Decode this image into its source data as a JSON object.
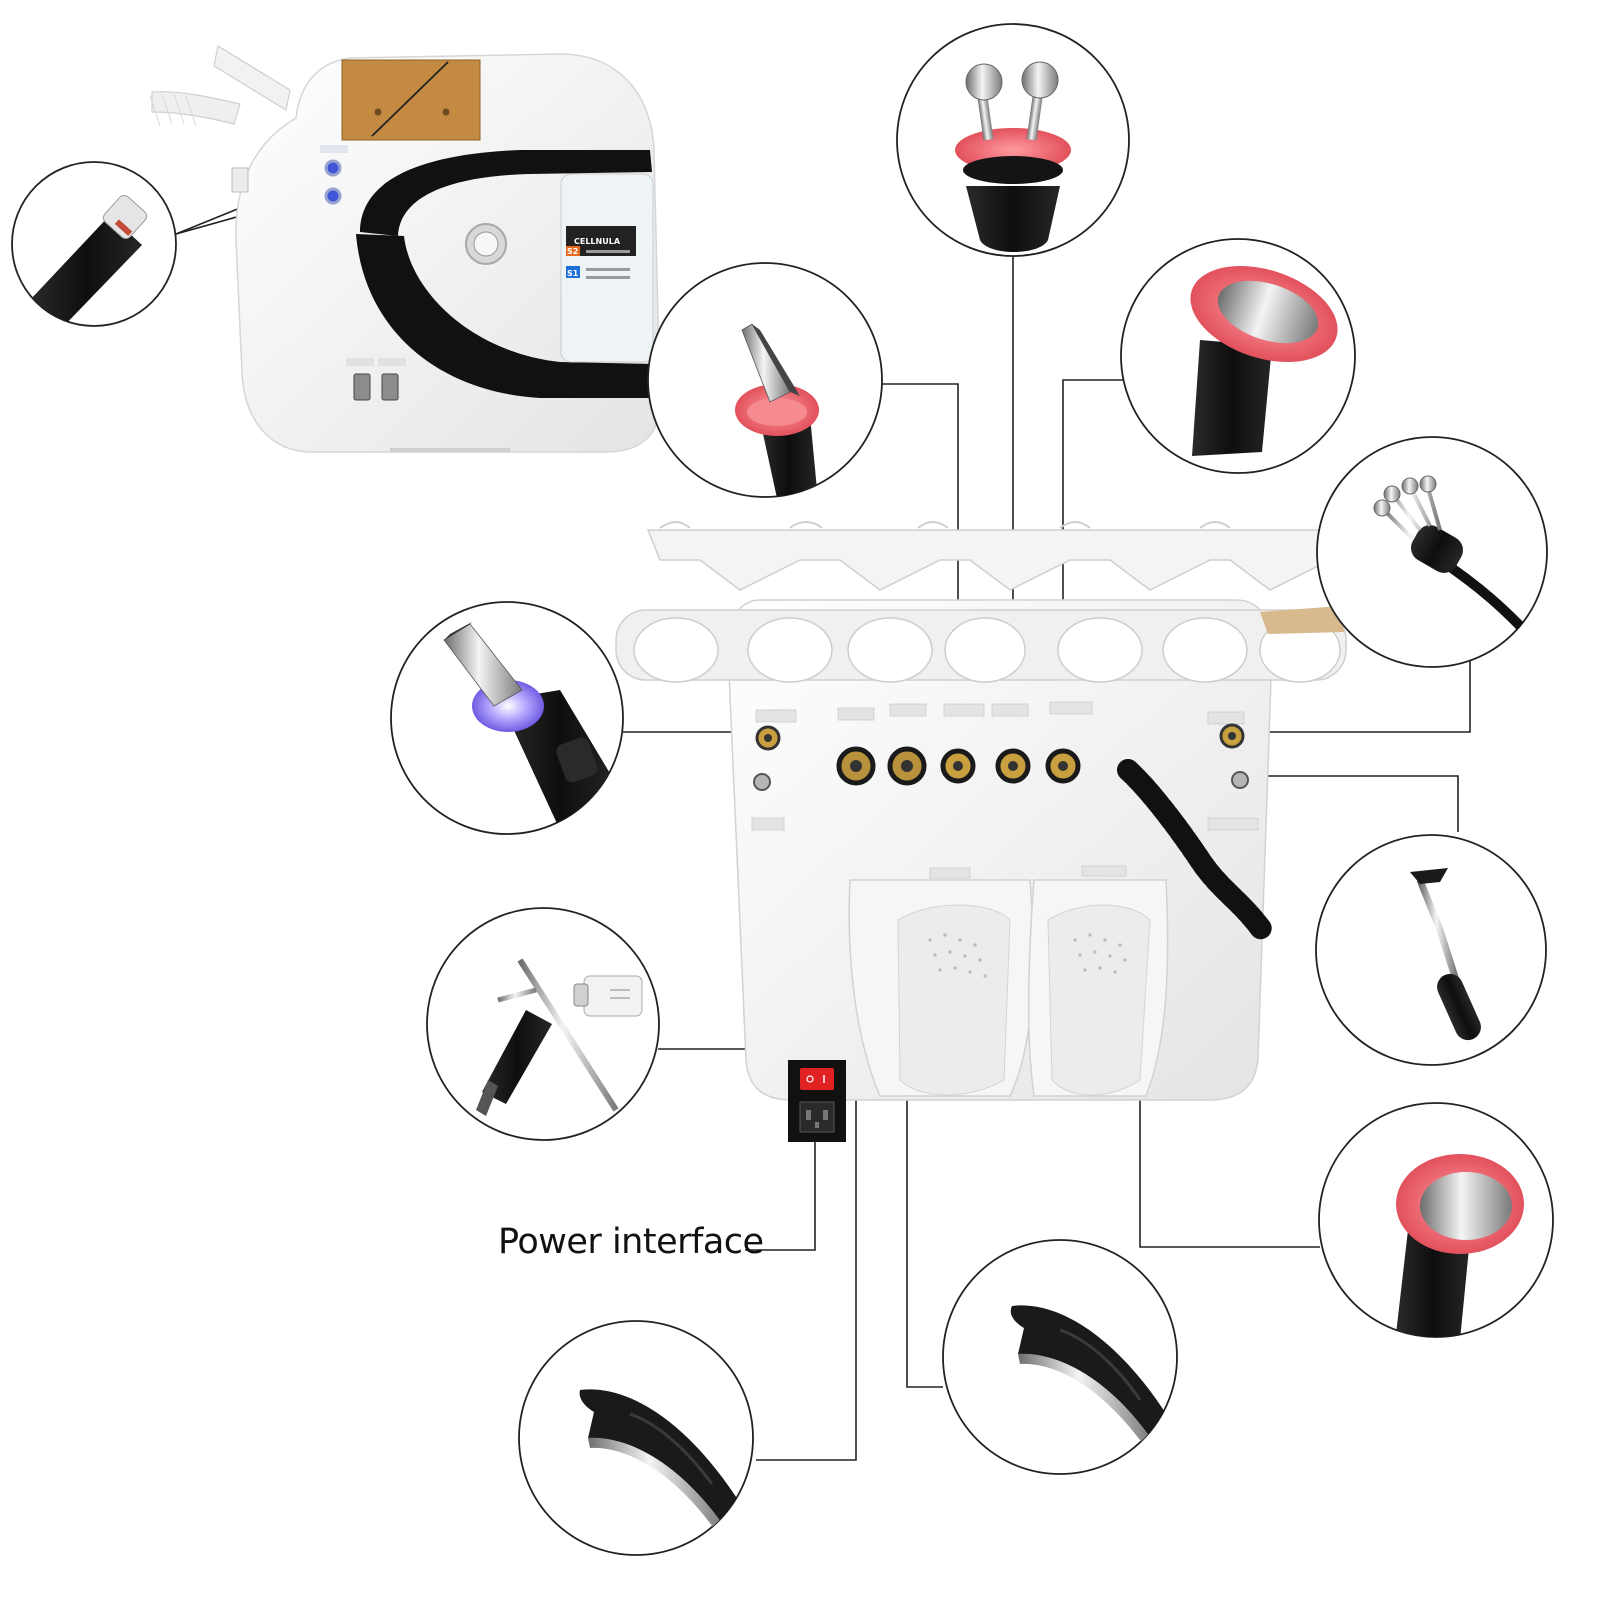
{
  "caption": "Power interface",
  "bottle_label": "CELLNULA",
  "bottle_numbers": [
    "S2",
    "S1"
  ],
  "colors": {
    "line": "#222222",
    "handpiece_black": "#141414",
    "accent_pink": "#f2727a",
    "accent_violet": "#8c7cff",
    "gold_panel": "#c48a42",
    "machine_white": "#f4f4f4"
  },
  "callouts": [
    {
      "name": "hydro-pen-handpiece-callout",
      "icon": "hydro-pen-icon"
    },
    {
      "name": "rf-bipolar-roller-callout",
      "icon": "rf-roller-icon"
    },
    {
      "name": "skin-scrubber-callout",
      "icon": "ultrasonic-scrubber-icon"
    },
    {
      "name": "cone-probe-callout",
      "icon": "cone-probe-icon"
    },
    {
      "name": "ultrasound-head-callout",
      "icon": "ultrasound-head-icon"
    },
    {
      "name": "bio-ball-electrode-callout",
      "icon": "bio-ball-electrode-icon"
    },
    {
      "name": "oxygen-spray-gun-callout",
      "icon": "spray-gun-icon"
    },
    {
      "name": "hydro-tip-wand-callout",
      "icon": "hydro-wand-icon"
    },
    {
      "name": "cool-head-callout",
      "icon": "cool-head-icon"
    },
    {
      "name": "ems-pad-right-callout",
      "icon": "ems-pad-icon"
    },
    {
      "name": "ems-pad-left-callout",
      "icon": "ems-pad-icon"
    }
  ]
}
